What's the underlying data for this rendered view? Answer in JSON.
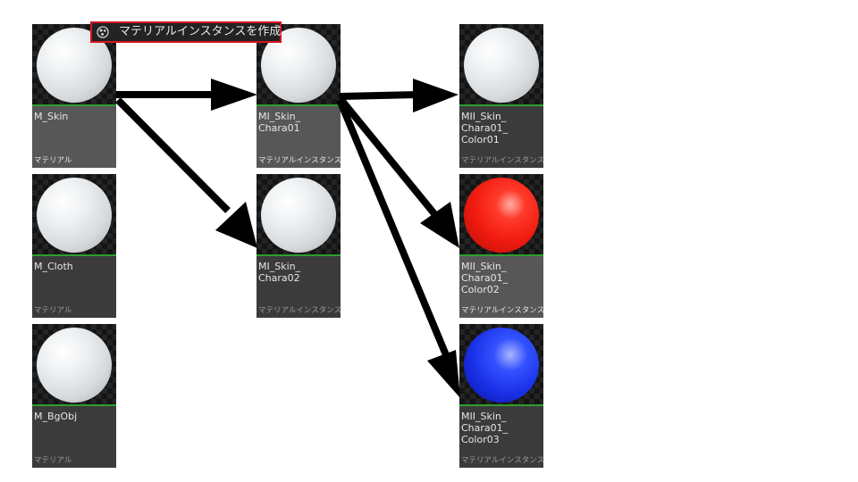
{
  "tooltip": {
    "label": "マテリアルインスタンスを作成",
    "icon": "material-instance-icon",
    "border_color": "#d8141c"
  },
  "assets": [
    {
      "id": "m-skin",
      "name": "M_Skin",
      "type": "マテリアル",
      "sphere": "white",
      "selected": true
    },
    {
      "id": "m-cloth",
      "name": "M_Cloth",
      "type": "マテリアル",
      "sphere": "white",
      "selected": false
    },
    {
      "id": "m-bgobj",
      "name": "M_BgObj",
      "type": "マテリアル",
      "sphere": "white",
      "selected": false
    },
    {
      "id": "mi-skin-chara01",
      "name": "MI_Skin_\nChara01",
      "type": "マテリアルインスタンス",
      "sphere": "white",
      "selected": true
    },
    {
      "id": "mi-skin-chara02",
      "name": "MI_Skin_\nChara02",
      "type": "マテリアルインスタンス",
      "sphere": "white",
      "selected": false
    },
    {
      "id": "mii-skin-chara01-color01",
      "name": "MII_Skin_\nChara01_\nColor01",
      "type": "マテリアルインスタンス",
      "sphere": "white",
      "selected": false
    },
    {
      "id": "mii-skin-chara01-color02",
      "name": "MII_Skin_\nChara01_\nColor02",
      "type": "マテリアルインスタンス",
      "sphere": "red",
      "selected": true
    },
    {
      "id": "mii-skin-chara01-color03",
      "name": "MII_Skin_\nChara01_\nColor03",
      "type": "マテリアルインスタンス",
      "sphere": "blue",
      "selected": false
    }
  ],
  "connections": [
    {
      "from": "m-skin",
      "to": "mi-skin-chara01"
    },
    {
      "from": "m-skin",
      "to": "mi-skin-chara02"
    },
    {
      "from": "mi-skin-chara01",
      "to": "mii-skin-chara01-color01"
    },
    {
      "from": "mi-skin-chara01",
      "to": "mii-skin-chara01-color02"
    },
    {
      "from": "mi-skin-chara01",
      "to": "mii-skin-chara01-color03"
    }
  ],
  "colors": {
    "sphere_white": "#e6e9eb",
    "sphere_red": "#f01b10",
    "sphere_blue": "#1a30e8",
    "underline_green": "#2e9d2e",
    "arrow": "#000000"
  }
}
